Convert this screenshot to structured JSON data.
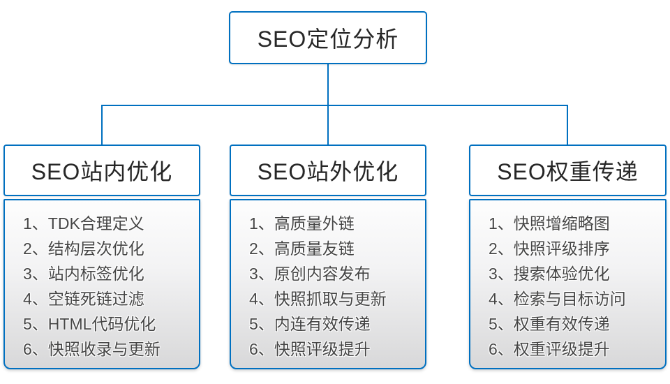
{
  "theme": {
    "accent_color": "#0070C0",
    "header_text_color": "#262626",
    "item_text_color": "#454545"
  },
  "root": {
    "title": "SEO定位分析"
  },
  "columns": [
    {
      "title": "SEO站内优化",
      "items": [
        "1、TDK合理定义",
        "2、结构层次优化",
        "3、站内标签优化",
        "4、空链死链过滤",
        "5、HTML代码优化",
        "6、快照收录与更新"
      ]
    },
    {
      "title": "SEO站外优化",
      "items": [
        "1、高质量外链",
        "2、高质量友链",
        "3、原创内容发布",
        "4、快照抓取与更新",
        "5、内连有效传递",
        "6、快照评级提升"
      ]
    },
    {
      "title": "SEO权重传递",
      "items": [
        "1、快照增缩略图",
        "2、快照评级排序",
        "3、搜索体验优化",
        "4、检索与目标访问",
        "5、权重有效传递",
        "6、权重评级提升"
      ]
    }
  ]
}
